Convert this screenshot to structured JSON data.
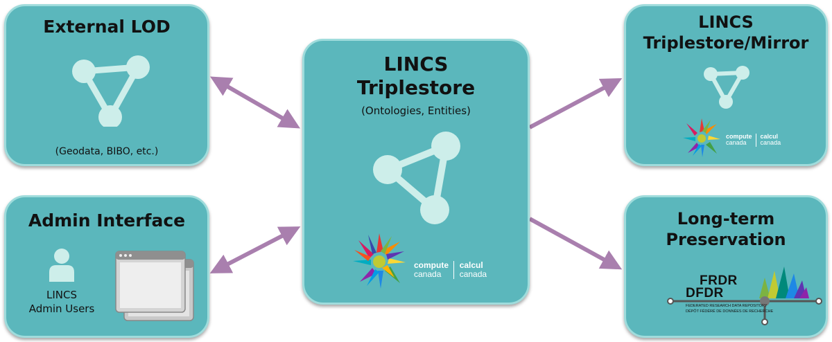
{
  "boxes": {
    "external_lod": {
      "title": "External LOD",
      "subtitle": "(Geodata, BIBO, etc.)"
    },
    "admin_interface": {
      "title": "Admin Interface",
      "user_label_line1": "LINCS",
      "user_label_line2": "Admin Users"
    },
    "triplestore": {
      "title_line1": "LINCS",
      "title_line2": "Triplestore",
      "subtitle": "(Ontologies, Entities)"
    },
    "mirror": {
      "title_line1": "LINCS",
      "title_line2": "Triplestore/Mirror"
    },
    "preservation": {
      "title_line1": "Long-term",
      "title_line2": "Preservation"
    }
  },
  "logos": {
    "compute_canada": {
      "word1": "compute",
      "word2": "canada",
      "word3": "calcul",
      "word4": "canada"
    },
    "frdr": {
      "line1": "FRDR",
      "line2": "DFDR",
      "caption1": "FEDERATED RESEARCH DATA REPOSITORY",
      "caption2": "DÉPÔT FÉDÉRÉ DE DONNÉES DE RECHERCHE"
    }
  },
  "colors": {
    "box_fill": "#5bb7bc",
    "box_border": "#9fdcdc",
    "arrow": "#a97fae",
    "icon": "#cdeeea"
  }
}
